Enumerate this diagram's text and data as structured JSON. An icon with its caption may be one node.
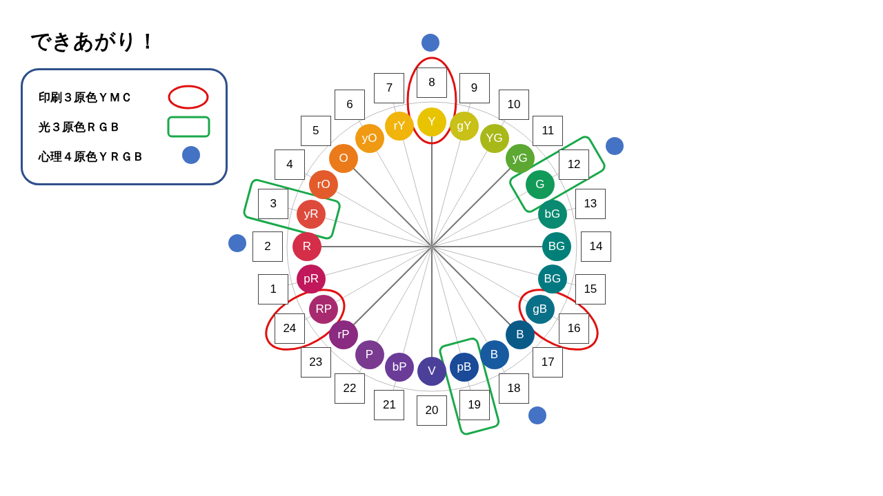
{
  "diagram": {
    "title": "できあがり！",
    "nodes": [
      {
        "text": [
          "pR"
        ]
      },
      {
        "text": [
          "R"
        ]
      },
      {
        "text": [
          "yR"
        ]
      },
      {
        "text": [
          "rO"
        ]
      },
      {
        "text": [
          "O"
        ]
      },
      {
        "text": [
          "yO"
        ]
      },
      {
        "text": [
          "rY"
        ]
      },
      {
        "text": [
          "Y"
        ]
      },
      {
        "text": [
          "gY"
        ]
      },
      {
        "text": [
          "YG"
        ]
      },
      {
        "text": [
          "yG"
        ]
      },
      {
        "text": [
          "G"
        ]
      },
      {
        "text": [
          "bG"
        ]
      },
      {
        "text": [
          "BG"
        ]
      },
      {
        "text": [
          "BG"
        ]
      },
      {
        "text": [
          "gB"
        ]
      },
      {
        "text": [
          "B"
        ]
      },
      {
        "text": [
          "B"
        ]
      },
      {
        "text": [
          "pB"
        ]
      },
      {
        "text": [
          "V"
        ]
      },
      {
        "text": [
          "bP"
        ]
      },
      {
        "text": [
          "P"
        ]
      },
      {
        "text": [
          "rP"
        ]
      },
      {
        "text": [
          "RP"
        ]
      },
      {
        "text": [
          "1"
        ]
      },
      {
        "text": [
          "2"
        ]
      },
      {
        "text": [
          "3"
        ]
      },
      {
        "text": [
          "4"
        ]
      },
      {
        "text": [
          "5"
        ]
      },
      {
        "text": [
          "6"
        ]
      },
      {
        "text": [
          "7"
        ]
      },
      {
        "text": [
          "8"
        ]
      },
      {
        "text": [
          "9"
        ]
      },
      {
        "text": [
          "10"
        ]
      },
      {
        "text": [
          "11"
        ]
      },
      {
        "text": [
          "12"
        ]
      },
      {
        "text": [
          "13"
        ]
      },
      {
        "text": [
          "14"
        ]
      },
      {
        "text": [
          "15"
        ]
      },
      {
        "text": [
          "16"
        ]
      },
      {
        "text": [
          "17"
        ]
      },
      {
        "text": [
          "18"
        ]
      },
      {
        "text": [
          "19"
        ]
      },
      {
        "text": [
          "20"
        ]
      },
      {
        "text": [
          "21"
        ]
      },
      {
        "text": [
          "22"
        ]
      },
      {
        "text": [
          "23"
        ]
      },
      {
        "text": [
          "24"
        ]
      }
    ],
    "edges": [],
    "legend": [
      {
        "text": "印刷３原色ＹＭＣ"
      },
      {
        "text": "光３原色ＲＧＢ"
      },
      {
        "text": "心理４原色ＹＲＧＢ"
      }
    ]
  }
}
